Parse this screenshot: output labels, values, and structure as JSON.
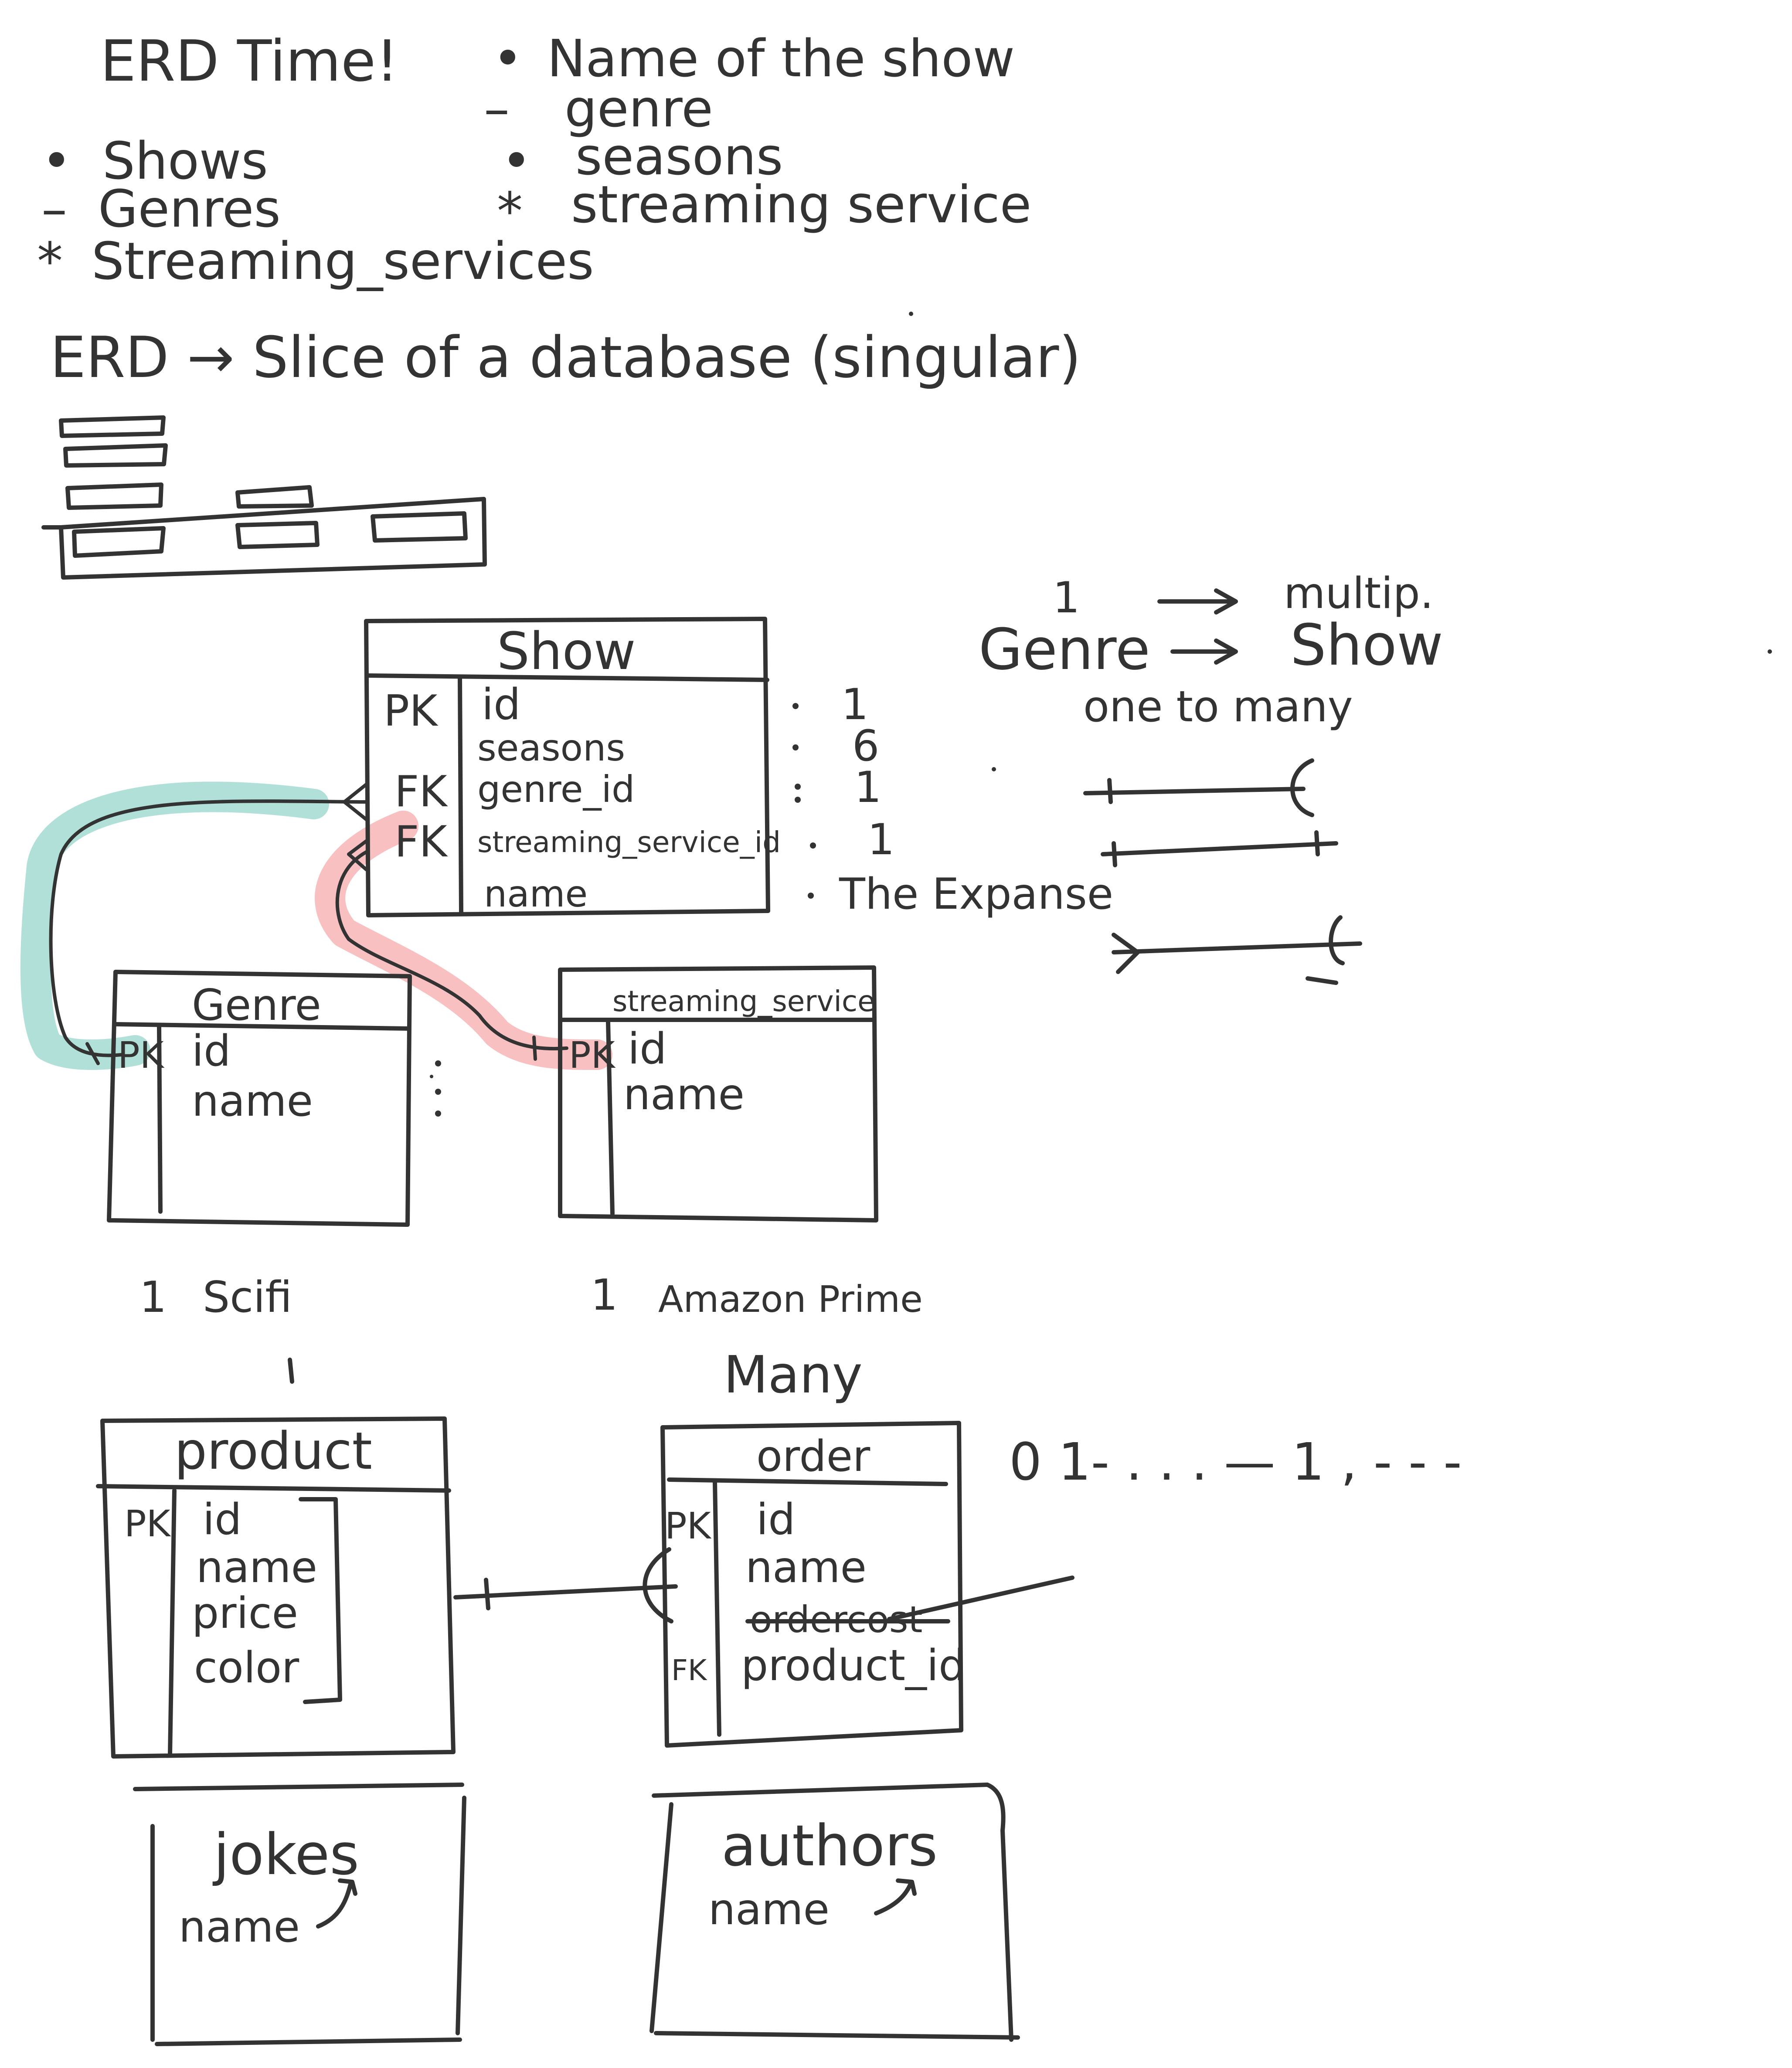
{
  "header": {
    "title": "ERD Time!",
    "entities": [
      "Shows",
      "Genres",
      "Streaming_services"
    ],
    "entity_markers": [
      "•",
      "–",
      "*"
    ],
    "attributes": [
      "Name of the show",
      "genre",
      "seasons",
      "streaming service"
    ],
    "attribute_markers": [
      "•",
      "–",
      "•",
      "*"
    ],
    "erd_note": "ERD → Slice of a database (singular)"
  },
  "show_table": {
    "title": "Show",
    "rows": [
      {
        "key": "PK",
        "field": "id",
        "value": "1"
      },
      {
        "key": "",
        "field": "seasons",
        "value": "6"
      },
      {
        "key": "FK",
        "field": "genre_id",
        "value": "1"
      },
      {
        "key": "FK",
        "field": "streaming_service_id",
        "value": "1"
      },
      {
        "key": "",
        "field": "name",
        "value": "The Expanse"
      }
    ]
  },
  "genre_table": {
    "title": "Genre",
    "rows": [
      {
        "key": "PK",
        "field": "id"
      },
      {
        "key": "",
        "field": "name"
      }
    ],
    "example_id": "1",
    "example_name": "Scifi"
  },
  "streaming_table": {
    "title": "streaming_service",
    "rows": [
      {
        "key": "PK",
        "field": "id"
      },
      {
        "key": "",
        "field": "name"
      }
    ],
    "example_id": "1",
    "example_name": "Amazon Prime"
  },
  "relationship_notes": {
    "one": "1",
    "multiple": "multip.",
    "from": "Genre",
    "to": "Show",
    "type": "one to many",
    "many": "Many",
    "cardinality_note": "0 1- . . . — 1 , - - -"
  },
  "product_table": {
    "title": "product",
    "rows": [
      {
        "key": "PK",
        "field": "id"
      },
      {
        "key": "",
        "field": "name"
      },
      {
        "key": "",
        "field": "price"
      },
      {
        "key": "",
        "field": "color"
      }
    ]
  },
  "order_table": {
    "title": "order",
    "rows": [
      {
        "key": "PK",
        "field": "id"
      },
      {
        "key": "",
        "field": "name"
      },
      {
        "key": "",
        "field": "ordercost"
      },
      {
        "key": "FK",
        "field": "product_id"
      }
    ]
  },
  "jokes_table": {
    "title": "jokes",
    "field": "name"
  },
  "authors_table": {
    "title": "authors",
    "field": "name"
  },
  "colors": {
    "ink": "#333333",
    "highlight_teal": "#8fd3c8",
    "highlight_red": "#f5a5a5"
  }
}
